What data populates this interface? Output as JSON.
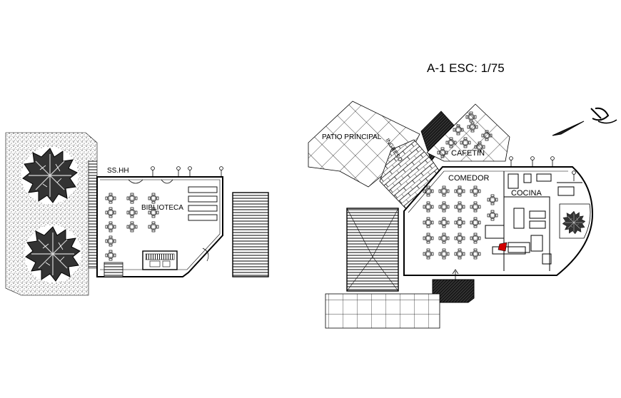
{
  "title": "A-1 ESC: 1/75",
  "rooms": {
    "sshh": "SS.HH",
    "biblioteca": "BIBLIOTECA",
    "patio": "PATIO PRINCIPAL",
    "ingreso": "INGRESO",
    "cafetin": "CAFETIN",
    "comedor": "COMEDOR",
    "cocina": "COCINA"
  },
  "colors": {
    "line": "#000000",
    "accent": "#d00000",
    "background": "#ffffff"
  },
  "icons": [
    "north-arrow-icon",
    "tree-icon",
    "door-swing-icon",
    "stair-icon"
  ]
}
